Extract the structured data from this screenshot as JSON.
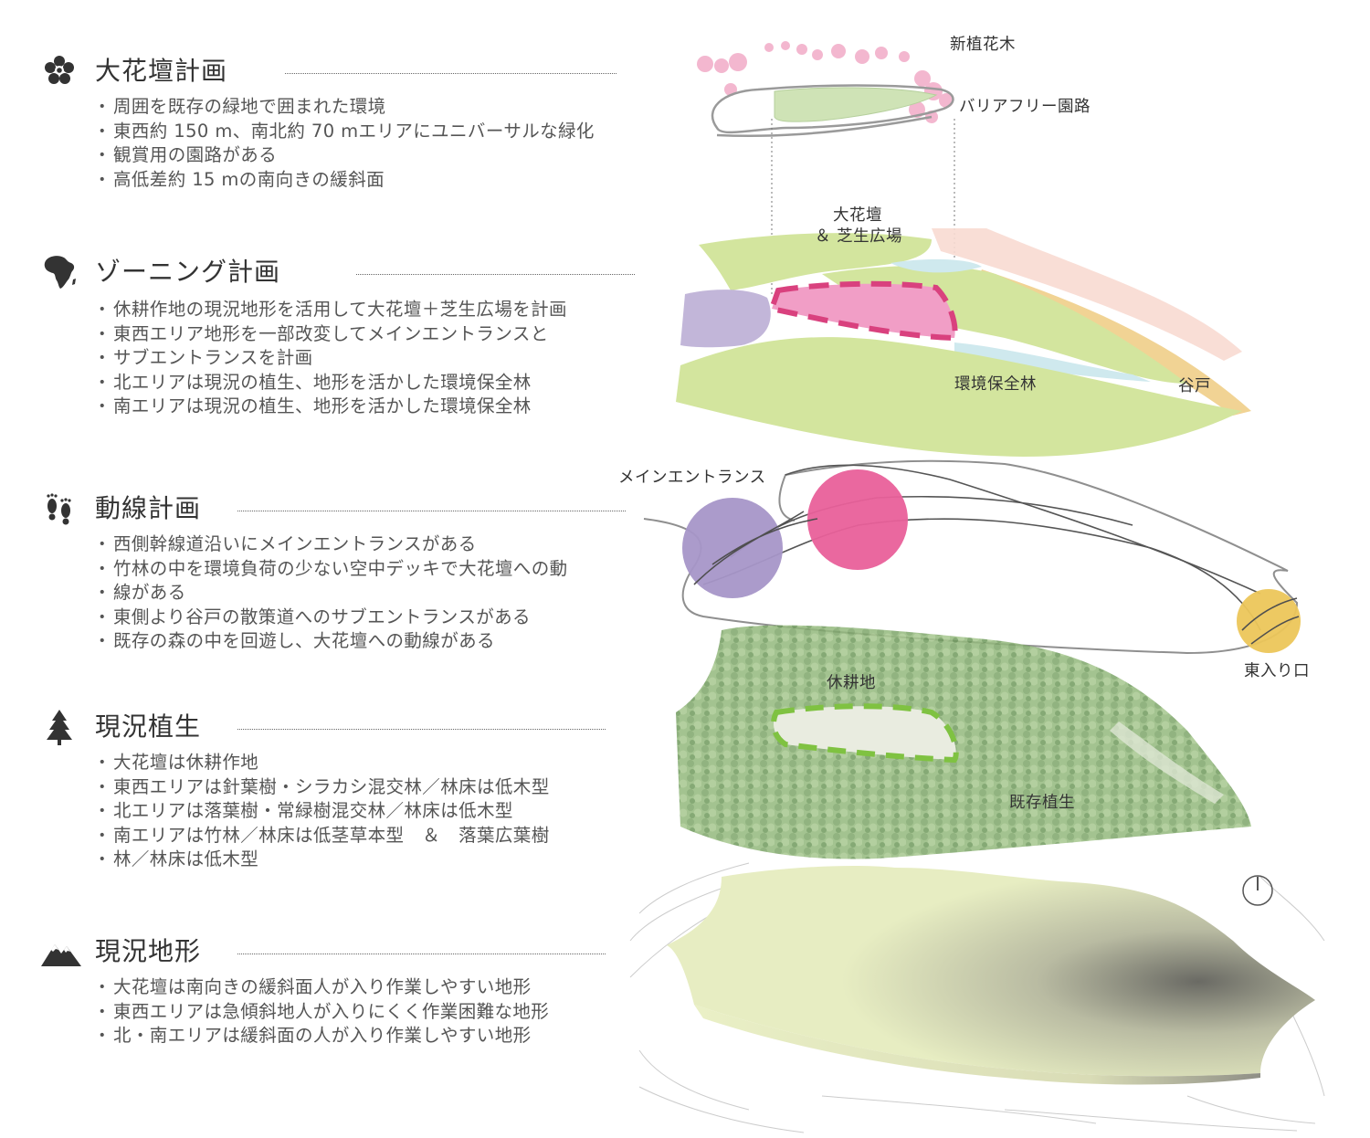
{
  "sections": [
    {
      "title": "大花壇計画",
      "icon": "flower-icon",
      "bullets": [
        "周囲を既存の緑地で囲まれた環境",
        "東西約 150 m、南北約 70 mエリアにユニバーサルな緑化",
        "観賞用の園路がある",
        "高低差約 15 mの南向きの緩斜面"
      ]
    },
    {
      "title": "ゾーニング計画",
      "icon": "africa-icon",
      "bullets": [
        "休耕作地の現況地形を活用して大花壇＋芝生広場を計画",
        "東西エリア地形を一部改変してメインエントランスと",
        "サブエントランスを計画",
        "北エリアは現況の植生、地形を活かした環境保全林",
        "南エリアは現況の植生、地形を活かした環境保全林"
      ]
    },
    {
      "title": "動線計画",
      "icon": "footprints-icon",
      "bullets": [
        "西側幹線道沿いにメインエントランスがある",
        "竹林の中を環境負荷の少ない空中デッキで大花壇への動",
        "線がある",
        "東側より谷戸の散策道へのサブエントランスがある",
        "既存の森の中を回遊し、大花壇への動線がある"
      ]
    },
    {
      "title": "現況植生",
      "icon": "tree-icon",
      "bullets": [
        "大花壇は休耕作地",
        "東西エリアは針葉樹・シラカシ混交林／林床は低木型",
        "北エリアは落葉樹・常緑樹混交林／林床は低木型",
        "南エリアは竹林／林床は低茎草本型　＆　落葉広葉樹",
        "林／林床は低木型"
      ]
    },
    {
      "title": "現況地形",
      "icon": "mountain-icon",
      "bullets": [
        "大花壇は南向きの緩斜面人が入り作業しやすい地形",
        "東西エリアは急傾斜地人が入りにくく作業困難な地形",
        "北・南エリアは緩斜面の人が入り作業しやすい地形"
      ]
    }
  ],
  "labels": {
    "new_trees": "新植花木",
    "barrier_free": "バリアフリー園路",
    "flowerbed_1": "大花壇",
    "flowerbed_2": "＆ 芝生広場",
    "conservation_forest": "環境保全林",
    "yato": "谷戸",
    "main_entrance": "メインエントランス",
    "east_entrance": "東入り口",
    "fallow": "休耕地",
    "existing_vegetation": "既存植生"
  },
  "colors": {
    "green_zone": "#d3e59e",
    "pink_zone": "#f19ec6",
    "pink_dash": "#d9417e",
    "purple_zone": "#c2b6d9",
    "purple_circle": "#a796c8",
    "magenta_circle": "#e9609a",
    "yellow_circle": "#ecc65a",
    "water": "#cfe9ee",
    "forest": "#8db275",
    "fallow_dash": "#7fc241",
    "terrain": "#e6ecbf",
    "terrain_dark": "#6e6e66"
  }
}
